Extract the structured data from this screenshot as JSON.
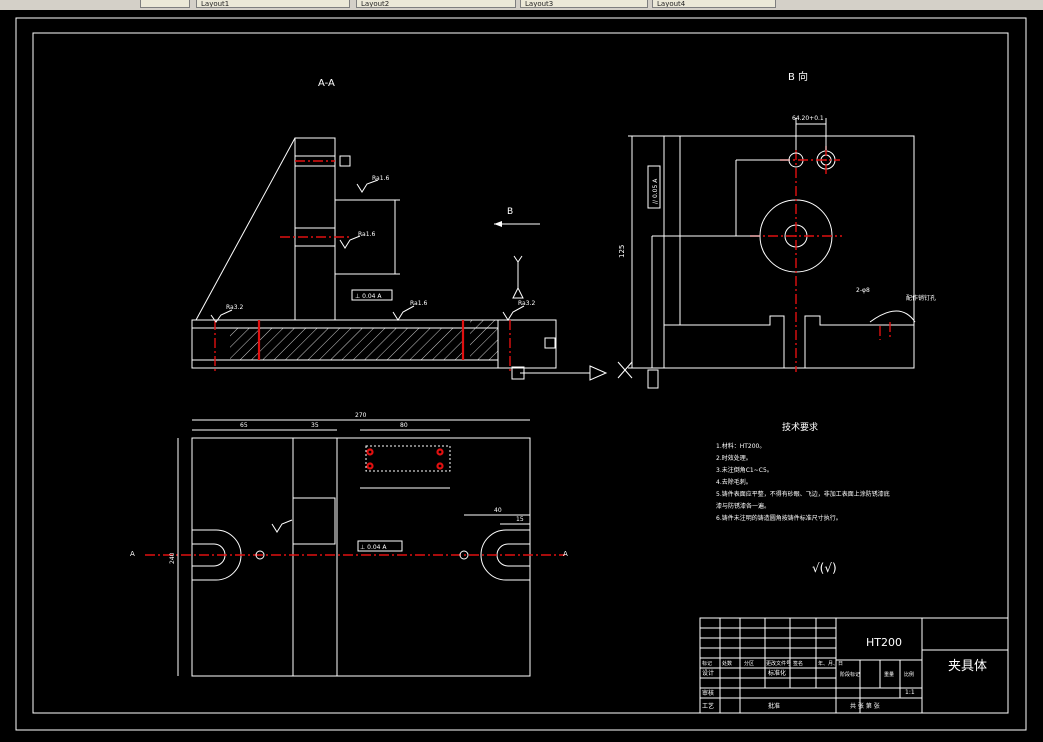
{
  "titles": {
    "section": "A-A",
    "view_b": "B 向",
    "arrow_b": "B",
    "arrow_a_left": "A",
    "arrow_a_right": "A",
    "tech_title": "技术要求"
  },
  "requirements": [
    "1.材料：HT200。",
    "2.时效处理。",
    "3.未注倒角C1~C5。",
    "4.去除毛刺。",
    "5.铸件表面应平整，不得有砂眼、飞边，非加工表面上涂防锈漆底",
    "漆与防锈漆各一遍。",
    "6.铸件未注明的铸造圆角按铸件标准尺寸执行。"
  ],
  "roughness_note": "√(√)",
  "dimensions": {
    "top_total": "270",
    "top_a": "65",
    "top_b": "35",
    "top_c": "80",
    "right_a": "40",
    "right_b": "15",
    "left_height": "240",
    "bview_width": "64.20+0.1",
    "bview_height": "125"
  },
  "annotations": {
    "ra_1": "Ra1.6",
    "ra_2": "Ra3.2",
    "ra_3": "Ra1.6",
    "perp": "⊥ 0.04 A",
    "perp2": "⊥ 0.04 A",
    "par": "// 0.05 A",
    "datum": "A",
    "holes": "2-φ8",
    "note_right": "配作销钉孔"
  },
  "title_block": {
    "material": "HT200",
    "part_name": "夹具体",
    "scale": "1:1",
    "row_labels": [
      "标记",
      "处数",
      "分区",
      "更改文件号",
      "签名",
      "年、月、日"
    ],
    "design": "设计",
    "review": "审核",
    "process": "工艺",
    "standard": "标准化",
    "approve": "批准",
    "stage_mark": "阶段标记",
    "weight": "重量",
    "ratio": "比例",
    "sheets": "共 张 第 张"
  },
  "tabs": [
    "Layout1",
    "Layout2",
    "Layout3",
    "Layout4"
  ]
}
